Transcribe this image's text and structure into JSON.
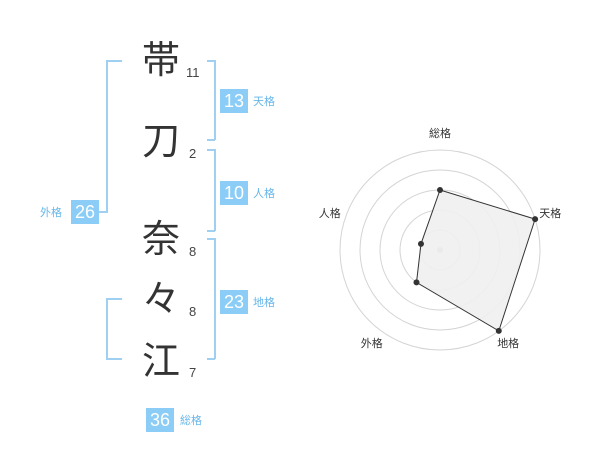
{
  "name_chars": [
    {
      "char": "帯",
      "strokes": "11"
    },
    {
      "char": "刀",
      "strokes": "2"
    },
    {
      "char": "奈",
      "strokes": "8"
    },
    {
      "char": "々",
      "strokes": "8"
    },
    {
      "char": "江",
      "strokes": "7"
    }
  ],
  "grids": {
    "tenkaku": {
      "value": "13",
      "label": "天格"
    },
    "jinkaku": {
      "value": "10",
      "label": "人格"
    },
    "chikaku": {
      "value": "23",
      "label": "地格"
    },
    "gaikaku": {
      "value": "26",
      "label": "外格"
    },
    "soukaku": {
      "value": "36",
      "label": "総格"
    }
  },
  "colors": {
    "accent": "#8bcdf6",
    "bracket": "#9fd0f2",
    "label": "#66b6ea",
    "radar_fill": "#f0f0f0",
    "radar_line": "#333333"
  },
  "chart_data": {
    "type": "radar",
    "axes": [
      "総格",
      "天格",
      "地格",
      "外格",
      "人格"
    ],
    "range": [
      0,
      5
    ],
    "rings": 5,
    "values": [
      3,
      5,
      5,
      2,
      1
    ]
  }
}
